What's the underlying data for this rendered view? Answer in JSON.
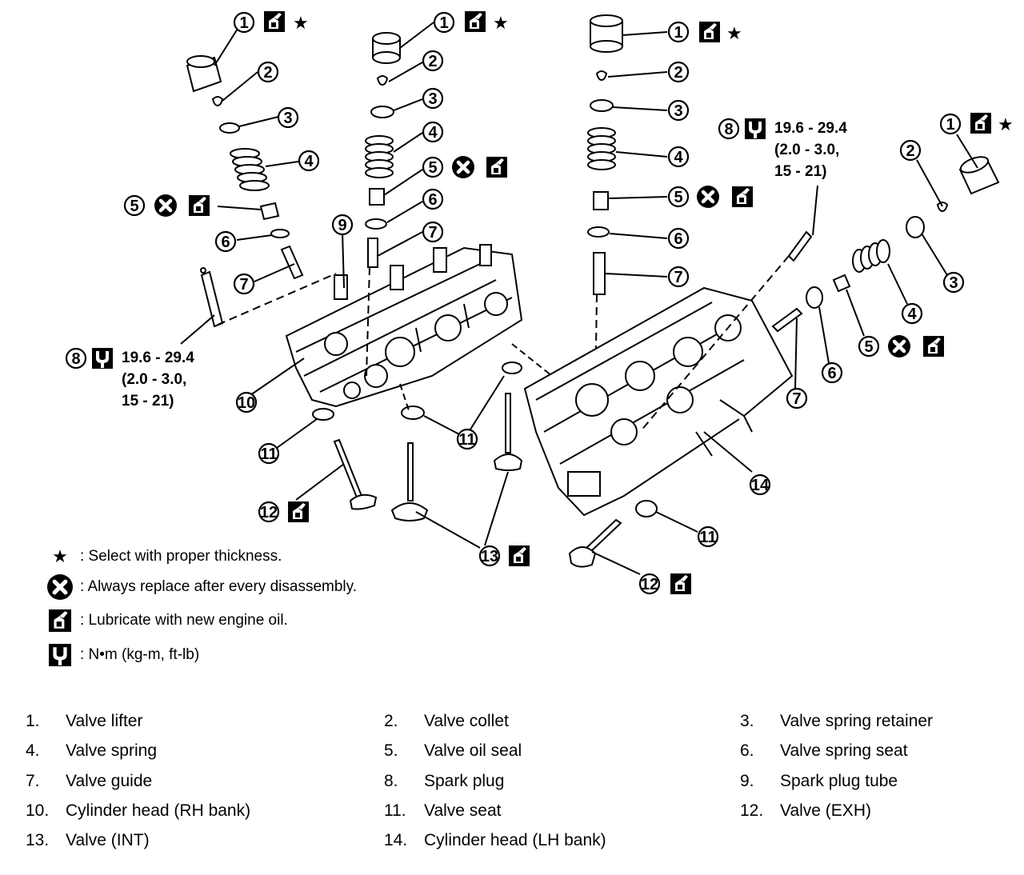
{
  "callouts": [
    "1",
    "2",
    "3",
    "4",
    "5",
    "6",
    "7",
    "8",
    "9",
    "10",
    "11",
    "12",
    "13",
    "14"
  ],
  "symbols": {
    "star": "★",
    "replace_icon": "circle-x-icon",
    "lube_icon": "oil-can-icon",
    "torque_icon": "torque-wrench-icon"
  },
  "torque_spec": {
    "line1": "19.6 - 29.4",
    "line2": "(2.0 - 3.0,",
    "line3": "15 - 21)"
  },
  "legend": [
    {
      "symbol": "star",
      "text": ": Select with proper thickness."
    },
    {
      "symbol": "replace",
      "text": ": Always replace after every disassembly."
    },
    {
      "symbol": "lubricate",
      "text": ": Lubricate with new engine oil."
    },
    {
      "symbol": "torque",
      "text": ":  N•m  (kg-m,  ft-lb)"
    }
  ],
  "parts": [
    {
      "num": "1.",
      "name": "Valve lifter"
    },
    {
      "num": "2.",
      "name": "Valve collet"
    },
    {
      "num": "3.",
      "name": "Valve spring retainer"
    },
    {
      "num": "4.",
      "name": "Valve spring"
    },
    {
      "num": "5.",
      "name": "Valve oil seal"
    },
    {
      "num": "6.",
      "name": "Valve spring seat"
    },
    {
      "num": "7.",
      "name": "Valve guide"
    },
    {
      "num": "8.",
      "name": "Spark plug"
    },
    {
      "num": "9.",
      "name": "Spark plug tube"
    },
    {
      "num": "10.",
      "name": "Cylinder head (RH bank)"
    },
    {
      "num": "11.",
      "name": "Valve seat"
    },
    {
      "num": "12.",
      "name": "Valve (EXH)"
    },
    {
      "num": "13.",
      "name": "Valve (INT)"
    },
    {
      "num": "14.",
      "name": "Cylinder head (LH bank)"
    }
  ]
}
